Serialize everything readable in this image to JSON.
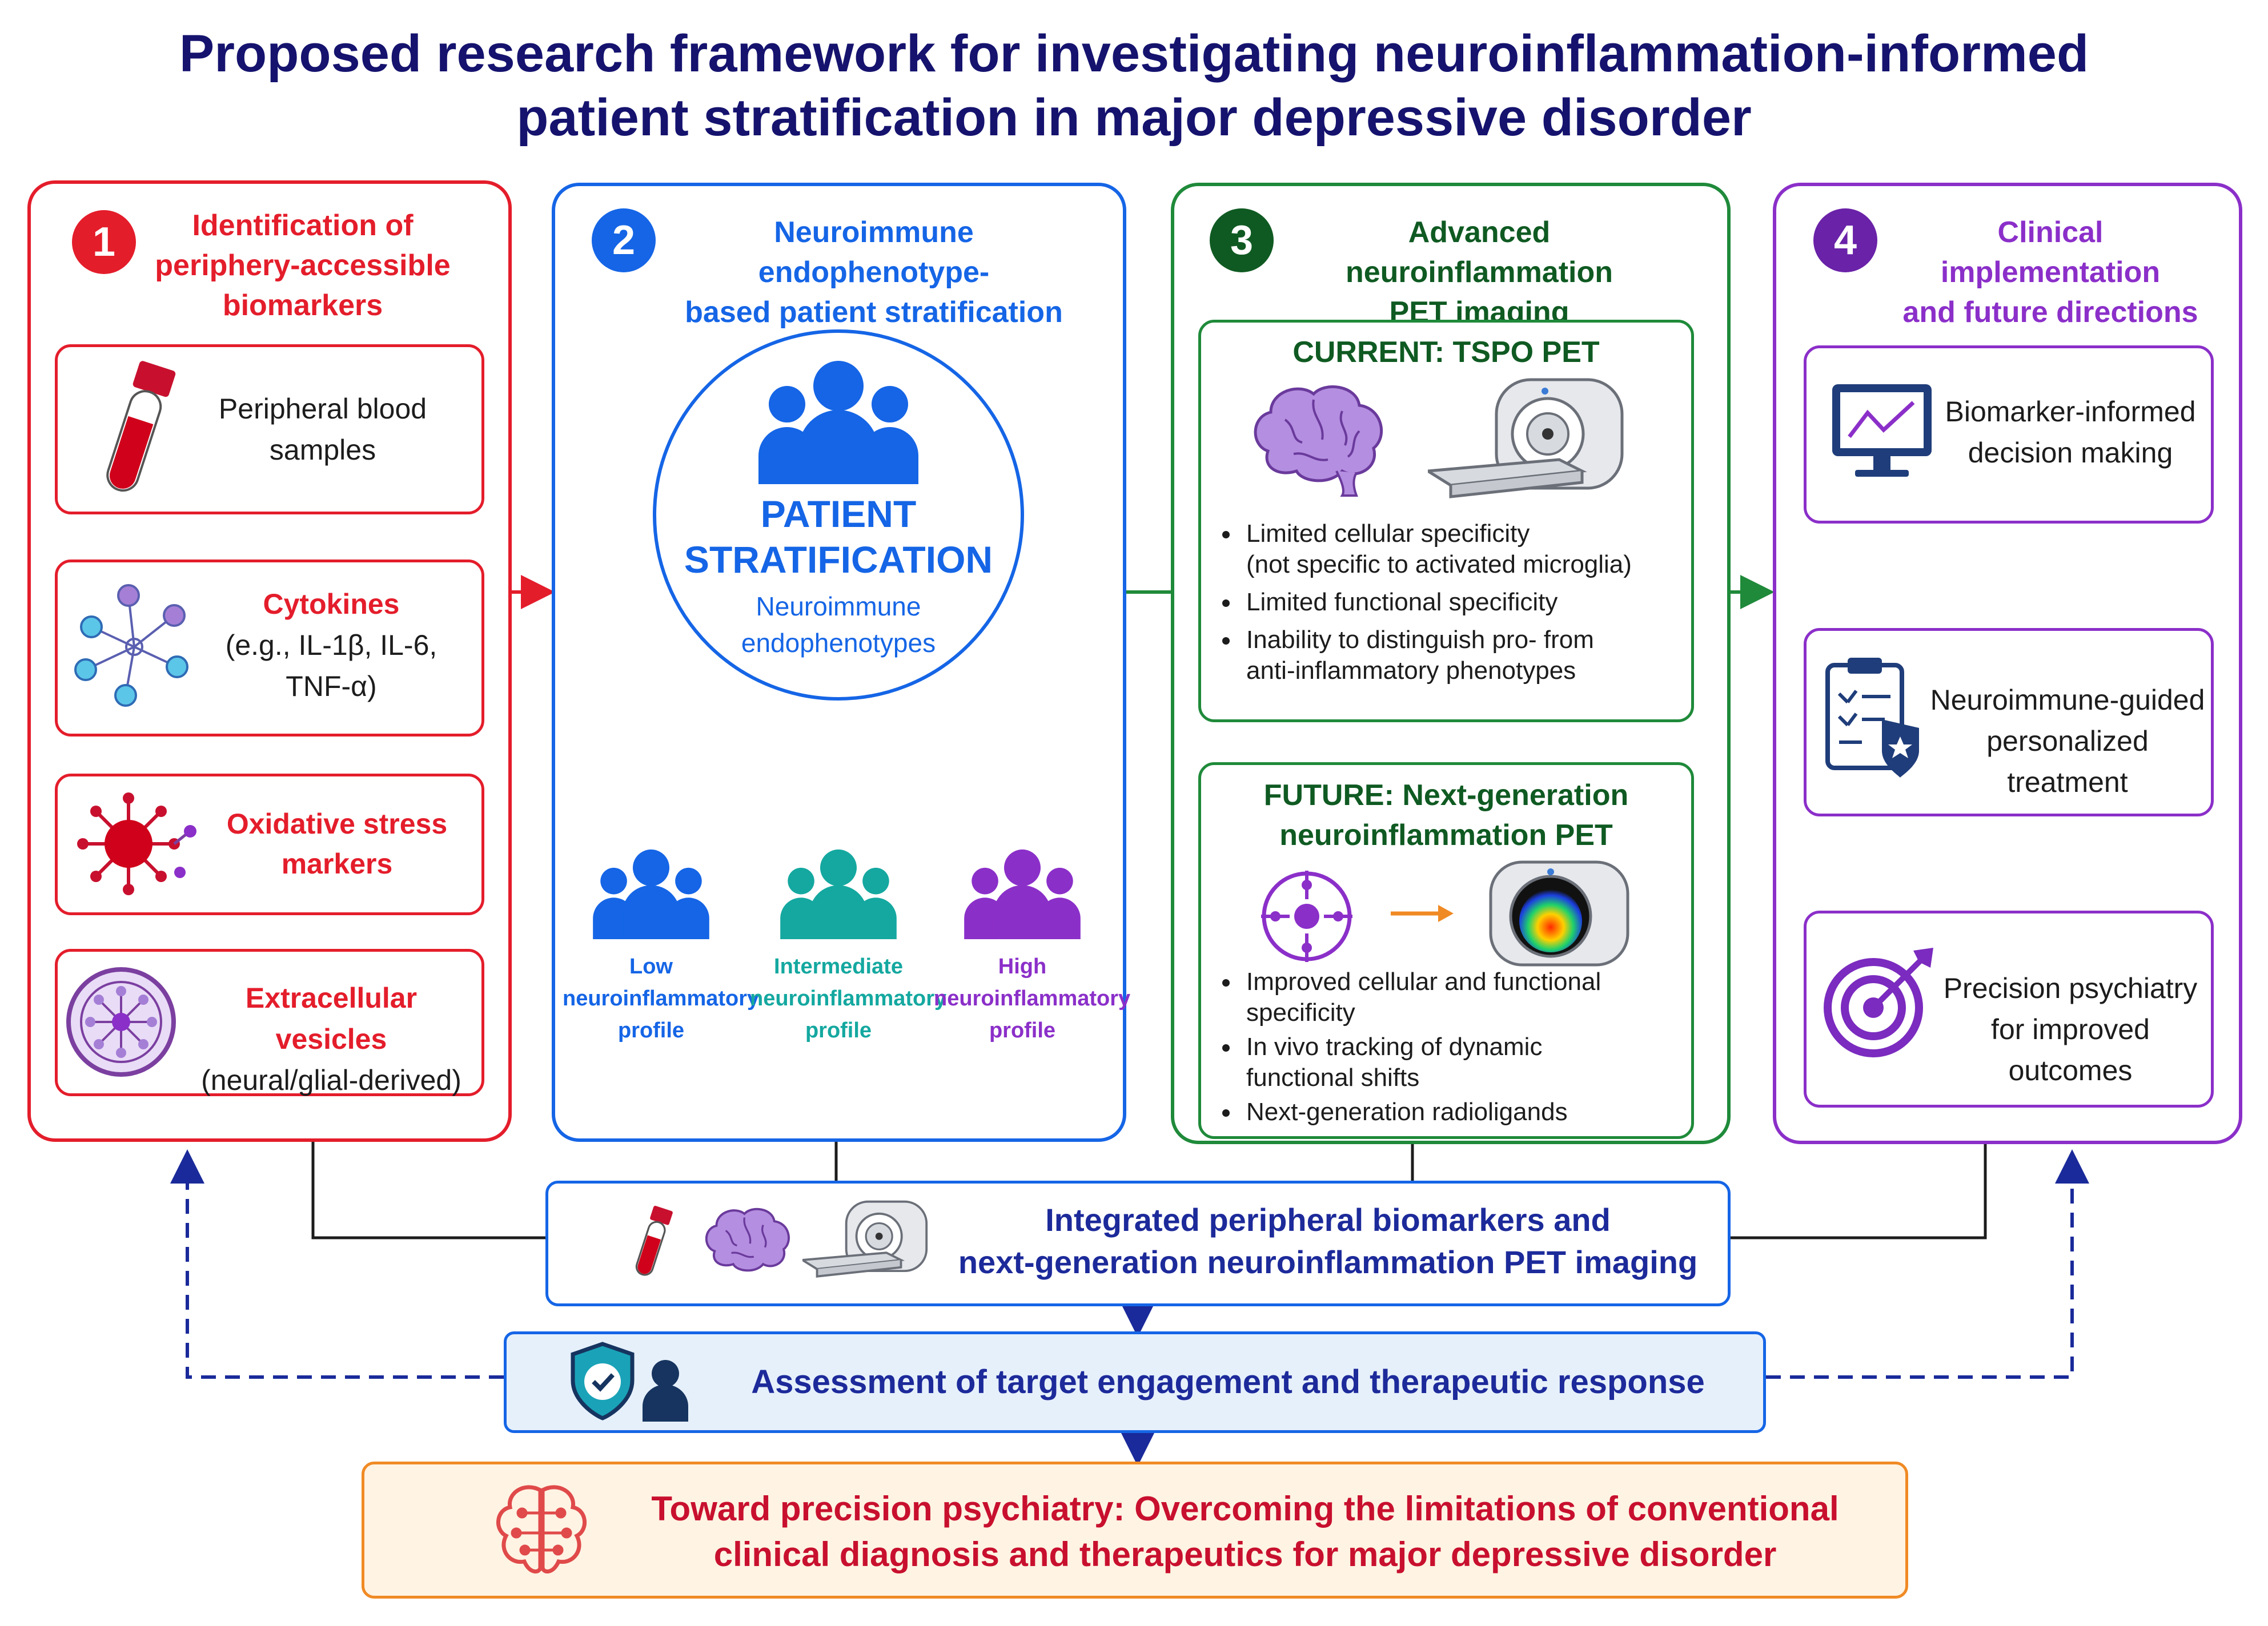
{
  "title": {
    "line1": "Proposed research framework for investigating neuroinflammation-informed",
    "line2": "patient stratification in major depressive disorder"
  },
  "colors": {
    "red": "#e41d2b",
    "blue": "#1565e6",
    "green": "#1f8a3a",
    "purple": "#8b2fc9",
    "navy": "#15136e",
    "orange": "#f08a24",
    "dark_green": "#0f5a22"
  },
  "col1": {
    "number": "1",
    "header": [
      "Identification of",
      "periphery-accessible",
      "biomarkers"
    ],
    "card1": [
      "Peripheral blood",
      "samples"
    ],
    "card2": {
      "title": "Cytokines",
      "l1": "(e.g., IL-1β, IL-6,",
      "l2": "TNF-α)"
    },
    "card3": [
      "Oxidative stress",
      "markers"
    ],
    "card4": {
      "title": "Extracellular vesicles",
      "sub": "(neural/glial-derived)"
    }
  },
  "col2": {
    "number": "2",
    "header": [
      "Neuroimmune endophenotype-",
      "based patient stratification"
    ],
    "circle": {
      "t1": "PATIENT",
      "t2": "STRATIFICATION",
      "s1": "Neuroimmune",
      "s2": "endophenotypes"
    },
    "profiles": [
      {
        "l1": "Low",
        "l2": "neuroinflammatory",
        "l3": "profile",
        "color": "#1565e6"
      },
      {
        "l1": "Intermediate",
        "l2": "neuroinflammatory",
        "l3": "profile",
        "color": "#14a8a0"
      },
      {
        "l1": "High",
        "l2": "neuroinflammatory",
        "l3": "profile",
        "color": "#8b2fc9"
      }
    ]
  },
  "col3": {
    "number": "3",
    "header": [
      "Advanced neuroinflammation",
      "PET imaging"
    ],
    "current": {
      "title": "CURRENT: TSPO PET",
      "b1a": "Limited cellular specificity",
      "b1b": "(not specific to activated microglia)",
      "b2": "Limited functional specificity",
      "b3a": "Inability to distinguish pro- from",
      "b3b": "anti-inflammatory phenotypes"
    },
    "future": {
      "title1": "FUTURE: Next-generation",
      "title2": "neuroinflammation PET",
      "b1a": "Improved cellular and functional",
      "b1b": "specificity",
      "b2a": "In vivo tracking of dynamic",
      "b2b": "functional shifts",
      "b3": "Next-generation radioligands"
    }
  },
  "col4": {
    "number": "4",
    "header": [
      "Clinical implementation",
      "and future directions"
    ],
    "card1": [
      "Biomarker-informed",
      "decision making"
    ],
    "card2": [
      "Neuroimmune-guided",
      "personalized treatment"
    ],
    "card3": [
      "Precision psychiatry",
      "for improved outcomes"
    ]
  },
  "integrated": {
    "l1": "Integrated peripheral biomarkers and",
    "l2": "next-generation neuroinflammation PET imaging"
  },
  "assessment": {
    "text": "Assessment of target engagement and therapeutic response"
  },
  "toward": {
    "l1": "Toward precision psychiatry: Overcoming the limitations of conventional",
    "l2": "clinical diagnosis and therapeutics for major depressive disorder"
  },
  "icons": [
    "blood-tube-icon",
    "molecule-icon",
    "virus-icon",
    "vesicle-icon",
    "group-icon",
    "brain-icon",
    "pet-scanner-icon",
    "target-molecule-icon",
    "monitor-chart-icon",
    "clipboard-shield-icon",
    "target-icon",
    "shield-check-icon",
    "person-icon",
    "brain-outline-icon"
  ]
}
